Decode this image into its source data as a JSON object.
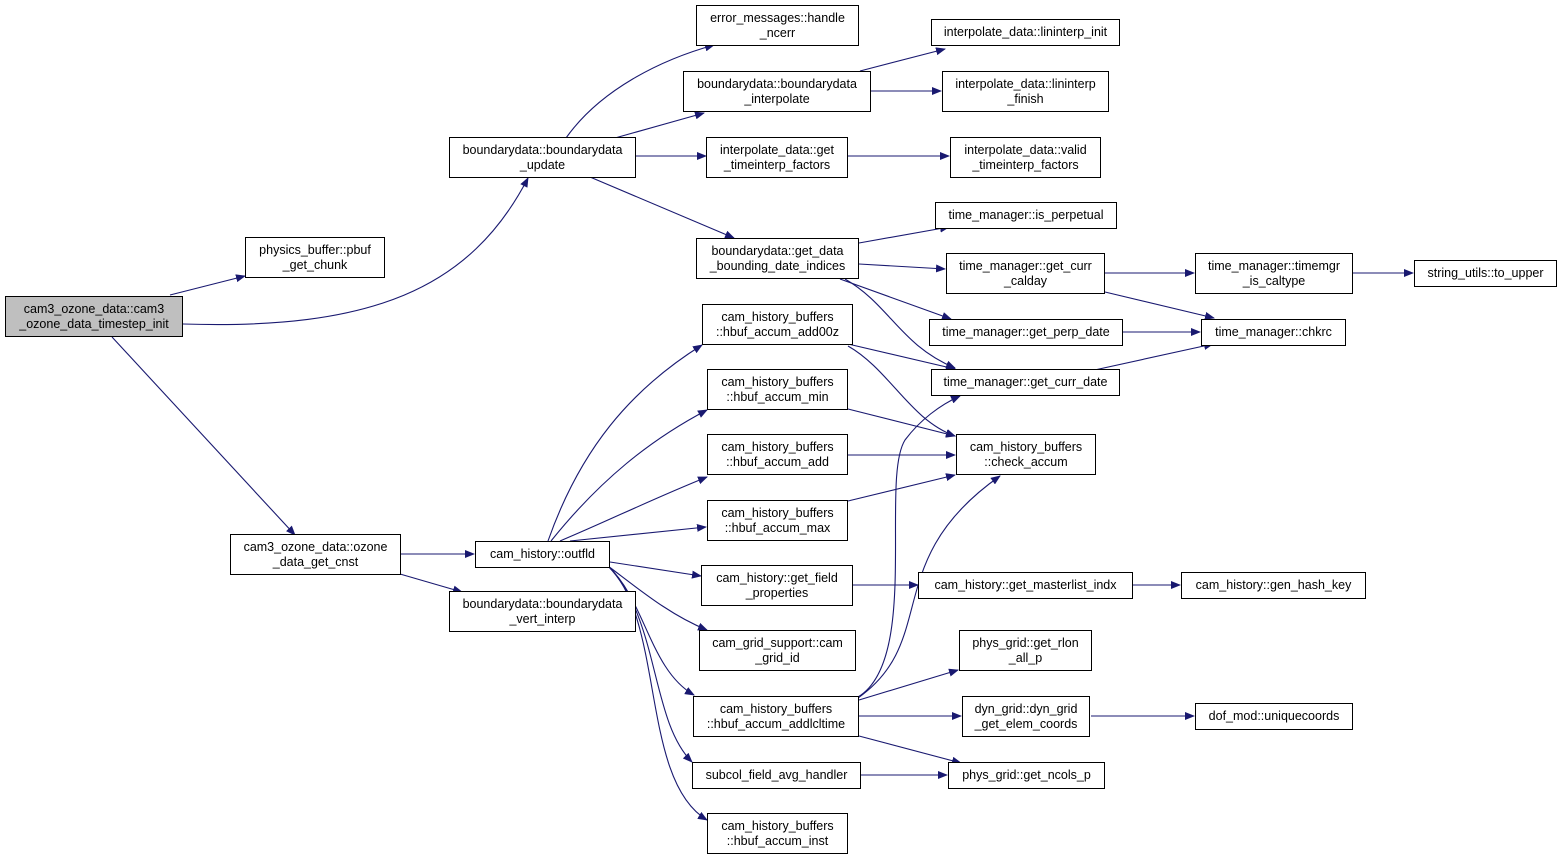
{
  "colors": {
    "edge": "#191970",
    "node_border": "#000000",
    "root_fill": "#bfbfbf",
    "node_fill": "#ffffff"
  },
  "nodes": {
    "root": "cam3_ozone_data::cam3\n_ozone_data_timestep_init",
    "pbuf_get_chunk": "physics_buffer::pbuf\n_get_chunk",
    "boundarydata_update": "boundarydata::boundarydata\n_update",
    "ozone_data_get_cnst": "cam3_ozone_data::ozone\n_data_get_cnst",
    "handle_ncerr": "error_messages::handle\n_ncerr",
    "boundarydata_interpolate": "boundarydata::boundarydata\n_interpolate",
    "get_timeinterp_factors": "interpolate_data::get\n_timeinterp_factors",
    "get_data_bounding_date_indices": "boundarydata::get_data\n_bounding_date_indices",
    "lininterp_init": "interpolate_data::lininterp_init",
    "lininterp_finish": "interpolate_data::lininterp\n_finish",
    "valid_timeinterp_factors": "interpolate_data::valid\n_timeinterp_factors",
    "is_perpetual": "time_manager::is_perpetual",
    "get_curr_calday": "time_manager::get_curr\n_calday",
    "get_perp_date": "time_manager::get_perp_date",
    "get_curr_date": "time_manager::get_curr_date",
    "timemgr_is_caltype": "time_manager::timemgr\n_is_caltype",
    "chkrc": "time_manager::chkrc",
    "to_upper": "string_utils::to_upper",
    "outfld": "cam_history::outfld",
    "boundarydata_vert_interp": "boundarydata::boundarydata\n_vert_interp",
    "hbuf_accum_add00z": "cam_history_buffers\n::hbuf_accum_add00z",
    "hbuf_accum_min": "cam_history_buffers\n::hbuf_accum_min",
    "hbuf_accum_add": "cam_history_buffers\n::hbuf_accum_add",
    "hbuf_accum_max": "cam_history_buffers\n::hbuf_accum_max",
    "get_field_properties": "cam_history::get_field\n_properties",
    "cam_grid_id": "cam_grid_support::cam\n_grid_id",
    "hbuf_accum_addlcltime": "cam_history_buffers\n::hbuf_accum_addlcltime",
    "subcol_field_avg_handler": "subcol_field_avg_handler",
    "hbuf_accum_inst": "cam_history_buffers\n::hbuf_accum_inst",
    "check_accum": "cam_history_buffers\n::check_accum",
    "get_masterlist_indx": "cam_history::get_masterlist_indx",
    "gen_hash_key": "cam_history::gen_hash_key",
    "get_rlon_all_p": "phys_grid::get_rlon\n_all_p",
    "dyn_grid_get_elem_coords": "dyn_grid::dyn_grid\n_get_elem_coords",
    "uniquecoords": "dof_mod::uniquecoords",
    "get_ncols_p": "phys_grid::get_ncols_p"
  }
}
